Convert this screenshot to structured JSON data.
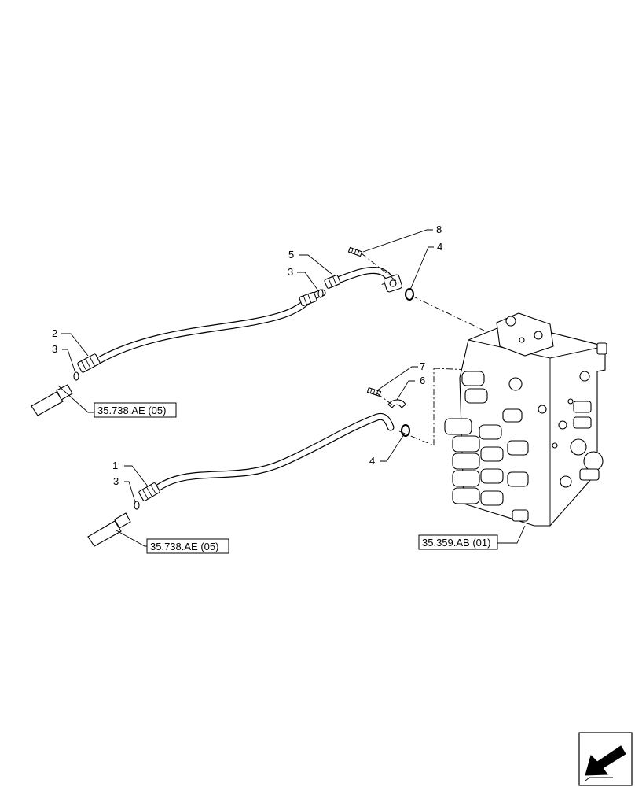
{
  "callouts": {
    "c1": "1",
    "c2": "2",
    "c3a": "3",
    "c3b": "3",
    "c3c": "3",
    "c4a": "4",
    "c4b": "4",
    "c5": "5",
    "c6": "6",
    "c7": "7",
    "c8": "8"
  },
  "references": {
    "ref_upper_hose": "35.738.AE (05)",
    "ref_lower_hose": "35.738.AE (05)",
    "ref_valve": "35.359.AB (01)"
  },
  "icons": {
    "nav": "arrow-icon"
  }
}
